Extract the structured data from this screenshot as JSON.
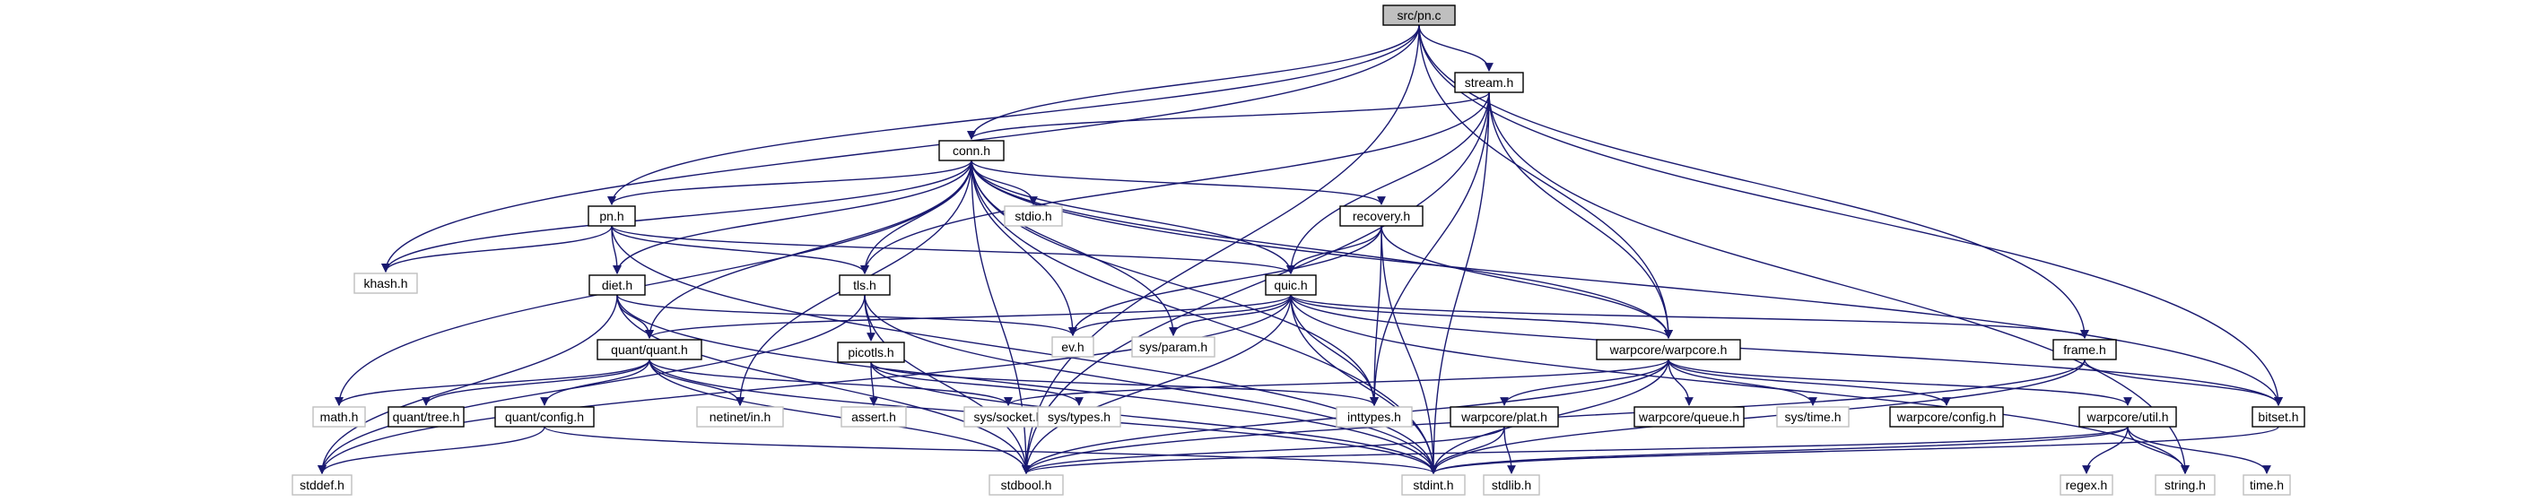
{
  "graph": {
    "colors": {
      "edge": "#191970",
      "root_fill": "#bfbfbf",
      "node_stroke": "#000000",
      "leaf_stroke": "#bfbfbf",
      "text": "#000000"
    },
    "nodes": [
      {
        "id": "pn_c",
        "label": "src/pn.c",
        "kind": "root"
      },
      {
        "id": "stream_h",
        "label": "stream.h",
        "kind": "header"
      },
      {
        "id": "conn_h",
        "label": "conn.h",
        "kind": "header"
      },
      {
        "id": "pn_h",
        "label": "pn.h",
        "kind": "header"
      },
      {
        "id": "stdio_h",
        "label": "stdio.h",
        "kind": "leaf"
      },
      {
        "id": "recovery_h",
        "label": "recovery.h",
        "kind": "header"
      },
      {
        "id": "khash_h",
        "label": "khash.h",
        "kind": "leaf"
      },
      {
        "id": "diet_h",
        "label": "diet.h",
        "kind": "header"
      },
      {
        "id": "tls_h",
        "label": "tls.h",
        "kind": "header"
      },
      {
        "id": "quic_h",
        "label": "quic.h",
        "kind": "header"
      },
      {
        "id": "ev_h",
        "label": "ev.h",
        "kind": "leaf"
      },
      {
        "id": "sys_param_h",
        "label": "sys/param.h",
        "kind": "leaf"
      },
      {
        "id": "quant_h",
        "label": "quant/quant.h",
        "kind": "header"
      },
      {
        "id": "picotls_h",
        "label": "picotls.h",
        "kind": "header"
      },
      {
        "id": "warpcore_h",
        "label": "warpcore/warpcore.h",
        "kind": "header"
      },
      {
        "id": "frame_h",
        "label": "frame.h",
        "kind": "header"
      },
      {
        "id": "math_h",
        "label": "math.h",
        "kind": "leaf"
      },
      {
        "id": "quant_tree_h",
        "label": "quant/tree.h",
        "kind": "header"
      },
      {
        "id": "quant_config_h",
        "label": "quant/config.h",
        "kind": "header"
      },
      {
        "id": "netinet_in_h",
        "label": "netinet/in.h",
        "kind": "leaf"
      },
      {
        "id": "assert_h",
        "label": "assert.h",
        "kind": "leaf"
      },
      {
        "id": "sys_socket_h",
        "label": "sys/socket.h",
        "kind": "leaf"
      },
      {
        "id": "sys_types_h",
        "label": "sys/types.h",
        "kind": "leaf"
      },
      {
        "id": "inttypes_h",
        "label": "inttypes.h",
        "kind": "leaf"
      },
      {
        "id": "plat_h",
        "label": "warpcore/plat.h",
        "kind": "header"
      },
      {
        "id": "wqueue_h",
        "label": "warpcore/queue.h",
        "kind": "header"
      },
      {
        "id": "sys_time_h",
        "label": "sys/time.h",
        "kind": "leaf"
      },
      {
        "id": "wconfig_h",
        "label": "warpcore/config.h",
        "kind": "header"
      },
      {
        "id": "wutil_h",
        "label": "warpcore/util.h",
        "kind": "header"
      },
      {
        "id": "bitset_h",
        "label": "bitset.h",
        "kind": "header"
      },
      {
        "id": "stddef_h",
        "label": "stddef.h",
        "kind": "leaf"
      },
      {
        "id": "stdbool_h",
        "label": "stdbool.h",
        "kind": "leaf"
      },
      {
        "id": "stdint_h",
        "label": "stdint.h",
        "kind": "leaf"
      },
      {
        "id": "stdlib_h",
        "label": "stdlib.h",
        "kind": "leaf"
      },
      {
        "id": "regex_h",
        "label": "regex.h",
        "kind": "leaf"
      },
      {
        "id": "string_h",
        "label": "string.h",
        "kind": "leaf"
      },
      {
        "id": "time_h",
        "label": "time.h",
        "kind": "leaf"
      }
    ],
    "edges": [
      [
        "pn_c",
        "stream_h"
      ],
      [
        "pn_c",
        "conn_h"
      ],
      [
        "pn_c",
        "pn_h"
      ],
      [
        "pn_c",
        "khash_h"
      ],
      [
        "pn_c",
        "warpcore_h"
      ],
      [
        "pn_c",
        "frame_h"
      ],
      [
        "pn_c",
        "bitset_h"
      ],
      [
        "pn_c",
        "stdbool_h"
      ],
      [
        "stream_h",
        "conn_h"
      ],
      [
        "stream_h",
        "tls_h"
      ],
      [
        "stream_h",
        "quic_h"
      ],
      [
        "stream_h",
        "warpcore_h"
      ],
      [
        "stream_h",
        "inttypes_h"
      ],
      [
        "stream_h",
        "stdint_h"
      ],
      [
        "stream_h",
        "stdbool_h"
      ],
      [
        "stream_h",
        "string_h"
      ],
      [
        "conn_h",
        "pn_h"
      ],
      [
        "conn_h",
        "stdio_h"
      ],
      [
        "conn_h",
        "recovery_h"
      ],
      [
        "conn_h",
        "khash_h"
      ],
      [
        "conn_h",
        "diet_h"
      ],
      [
        "conn_h",
        "tls_h"
      ],
      [
        "conn_h",
        "quic_h"
      ],
      [
        "conn_h",
        "ev_h"
      ],
      [
        "conn_h",
        "sys_param_h"
      ],
      [
        "conn_h",
        "quant_h"
      ],
      [
        "conn_h",
        "warpcore_h"
      ],
      [
        "conn_h",
        "math_h"
      ],
      [
        "conn_h",
        "netinet_in_h"
      ],
      [
        "conn_h",
        "inttypes_h"
      ],
      [
        "conn_h",
        "stdbool_h"
      ],
      [
        "conn_h",
        "stdint_h"
      ],
      [
        "conn_h",
        "bitset_h"
      ],
      [
        "pn_h",
        "khash_h"
      ],
      [
        "pn_h",
        "diet_h"
      ],
      [
        "pn_h",
        "tls_h"
      ],
      [
        "pn_h",
        "quic_h"
      ],
      [
        "pn_h",
        "stdint_h"
      ],
      [
        "recovery_h",
        "quic_h"
      ],
      [
        "recovery_h",
        "ev_h"
      ],
      [
        "recovery_h",
        "inttypes_h"
      ],
      [
        "recovery_h",
        "stdint_h"
      ],
      [
        "recovery_h",
        "warpcore_h"
      ],
      [
        "diet_h",
        "quant_h"
      ],
      [
        "diet_h",
        "ev_h"
      ],
      [
        "diet_h",
        "stddef_h"
      ],
      [
        "diet_h",
        "stdbool_h"
      ],
      [
        "diet_h",
        "stdint_h"
      ],
      [
        "tls_h",
        "picotls_h"
      ],
      [
        "tls_h",
        "stddef_h"
      ],
      [
        "tls_h",
        "stdbool_h"
      ],
      [
        "tls_h",
        "stdint_h"
      ],
      [
        "quic_h",
        "ev_h"
      ],
      [
        "quic_h",
        "sys_param_h"
      ],
      [
        "quic_h",
        "quant_h"
      ],
      [
        "quic_h",
        "warpcore_h"
      ],
      [
        "quic_h",
        "frame_h"
      ],
      [
        "quic_h",
        "inttypes_h"
      ],
      [
        "quic_h",
        "stdbool_h"
      ],
      [
        "quic_h",
        "stdint_h"
      ],
      [
        "quic_h",
        "bitset_h"
      ],
      [
        "quic_h",
        "stddef_h"
      ],
      [
        "quic_h",
        "string_h"
      ],
      [
        "quant_h",
        "math_h"
      ],
      [
        "quant_h",
        "quant_tree_h"
      ],
      [
        "quant_h",
        "quant_config_h"
      ],
      [
        "quant_h",
        "netinet_in_h"
      ],
      [
        "quant_h",
        "sys_socket_h"
      ],
      [
        "quant_h",
        "stdbool_h"
      ],
      [
        "quant_h",
        "stdint_h"
      ],
      [
        "picotls_h",
        "assert_h"
      ],
      [
        "picotls_h",
        "sys_types_h"
      ],
      [
        "picotls_h",
        "inttypes_h"
      ],
      [
        "picotls_h",
        "stdint_h"
      ],
      [
        "quant_config_h",
        "stddef_h"
      ],
      [
        "quant_config_h",
        "stdint_h"
      ],
      [
        "warpcore_h",
        "sys_socket_h"
      ],
      [
        "warpcore_h",
        "plat_h"
      ],
      [
        "warpcore_h",
        "wqueue_h"
      ],
      [
        "warpcore_h",
        "sys_time_h"
      ],
      [
        "warpcore_h",
        "wconfig_h"
      ],
      [
        "warpcore_h",
        "wutil_h"
      ],
      [
        "warpcore_h",
        "stdbool_h"
      ],
      [
        "warpcore_h",
        "stdint_h"
      ],
      [
        "frame_h",
        "bitset_h"
      ],
      [
        "frame_h",
        "stdbool_h"
      ],
      [
        "frame_h",
        "stdint_h"
      ],
      [
        "plat_h",
        "stdbool_h"
      ],
      [
        "plat_h",
        "stdint_h"
      ],
      [
        "plat_h",
        "stdlib_h"
      ],
      [
        "wutil_h",
        "regex_h"
      ],
      [
        "wutil_h",
        "string_h"
      ],
      [
        "wutil_h",
        "time_h"
      ],
      [
        "wutil_h",
        "stdbool_h"
      ],
      [
        "wutil_h",
        "stdint_h"
      ],
      [
        "bitset_h",
        "stdint_h"
      ]
    ]
  }
}
